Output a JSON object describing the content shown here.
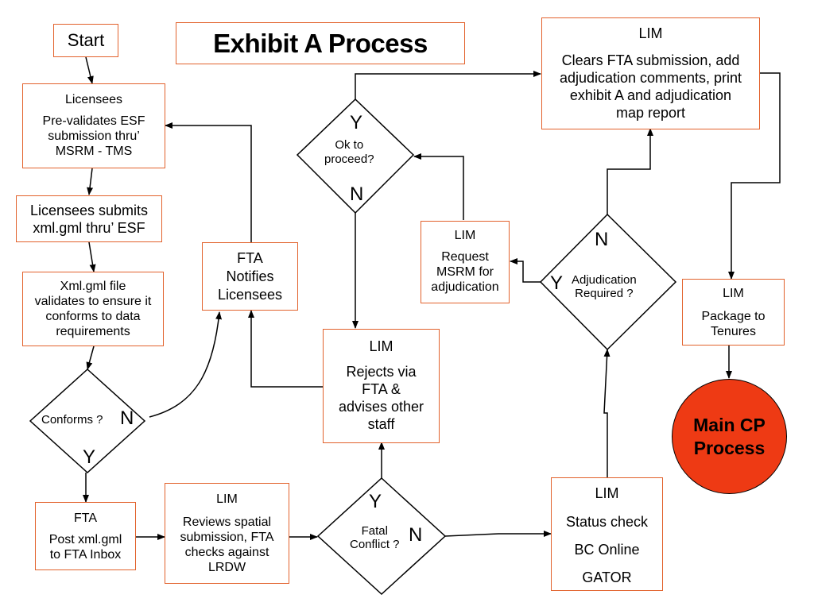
{
  "title": "Exhibit A Process",
  "start": "Start",
  "boxes": {
    "licensees_prevalidate": {
      "header": "Licensees",
      "body": "Pre-validates ESF\nsubmission thru’\nMSRM - TMS"
    },
    "licensees_submits": {
      "body": "Licensees submits\nxml.gml thru’ ESF"
    },
    "xml_validates": {
      "body": "Xml.gml file\nvalidates to ensure it\nconforms to data\nrequirements"
    },
    "fta_notifies": {
      "body": "FTA\nNotifies\nLicensees"
    },
    "fta_post": {
      "header": "FTA",
      "body": "Post xml.gml\nto FTA Inbox"
    },
    "lim_reviews": {
      "header": "LIM",
      "body": "Reviews spatial\nsubmission, FTA\nchecks against\nLRDW"
    },
    "lim_rejects": {
      "header": "LIM",
      "body": "Rejects via\nFTA &\nadvises other\nstaff"
    },
    "lim_status": {
      "header": "LIM",
      "lines": [
        "Status check",
        "BC Online",
        "GATOR"
      ]
    },
    "lim_request": {
      "header": "LIM",
      "body": "Request\nMSRM for\nadjudication"
    },
    "lim_clears": {
      "header": "LIM",
      "body": "Clears FTA submission, add\nadjudication comments, print\nexhibit A and adjudication\nmap report"
    },
    "lim_package": {
      "header": "LIM",
      "body": "Package to\nTenures"
    }
  },
  "decisions": {
    "conforms": {
      "label": "Conforms ?",
      "no": "N",
      "yes": "Y"
    },
    "fatal": {
      "label": "Fatal\nConflict ?",
      "no": "N",
      "yes": "Y"
    },
    "adjudication": {
      "label": "Adjudication\nRequired ?",
      "no": "N",
      "yes": "Y"
    },
    "ok_proceed": {
      "label": "Ok to\nproceed?",
      "no": "N",
      "yes": "Y"
    }
  },
  "terminal": {
    "label": "Main CP\nProcess",
    "color": "#ee3a14"
  },
  "colors": {
    "border": "#e2622c",
    "line": "#000000"
  }
}
